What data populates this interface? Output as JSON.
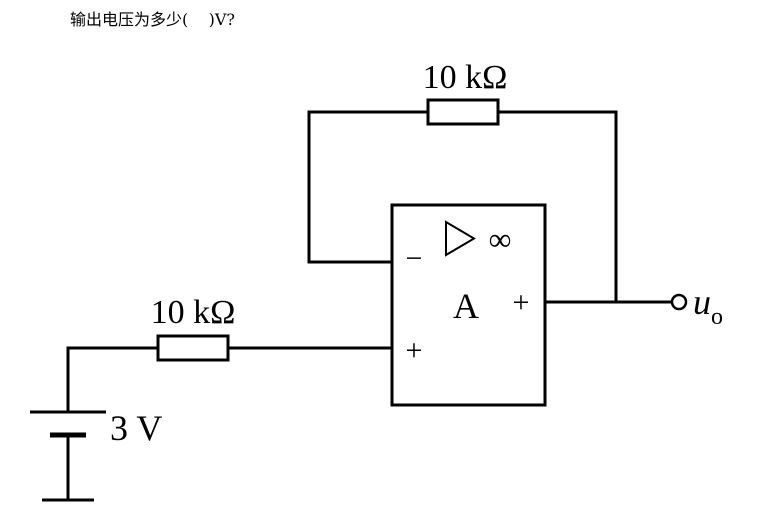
{
  "question": {
    "text": "输出电压为多少(    )V?"
  },
  "circuit": {
    "feedback_resistor": "10 kΩ",
    "input_resistor": "10 kΩ",
    "source_voltage": "3 V",
    "opamp_gain_symbol": "∞",
    "opamp_label": "A",
    "inverting_input": "−",
    "noninverting_input": "+",
    "output_sign": "+",
    "output_label": "u",
    "output_subscript": "o"
  }
}
